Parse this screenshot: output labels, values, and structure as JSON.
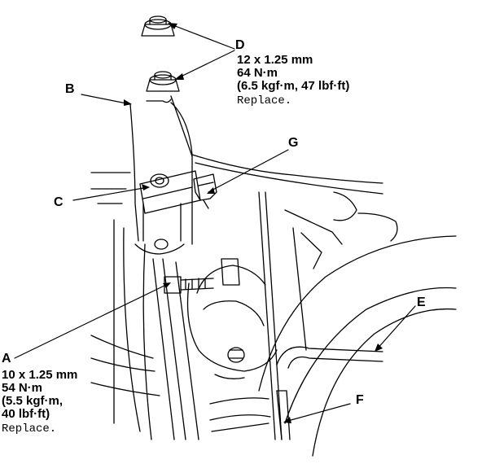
{
  "callouts": {
    "A": {
      "letter": "A",
      "spec_lines": [
        "10 x 1.25 mm",
        "54 N·m",
        "(5.5 kgf·m,",
        "40 lbf·ft)"
      ],
      "note": "Replace."
    },
    "B": {
      "letter": "B"
    },
    "C": {
      "letter": "C"
    },
    "D": {
      "letter": "D",
      "spec_lines": [
        "12 x 1.25 mm",
        "64 N·m",
        "(6.5 kgf·m, 47 lbf·ft)"
      ],
      "note": "Replace."
    },
    "E": {
      "letter": "E"
    },
    "F": {
      "letter": "F"
    },
    "G": {
      "letter": "G"
    }
  },
  "colors": {
    "ink": "#000000",
    "paper": "#ffffff"
  }
}
